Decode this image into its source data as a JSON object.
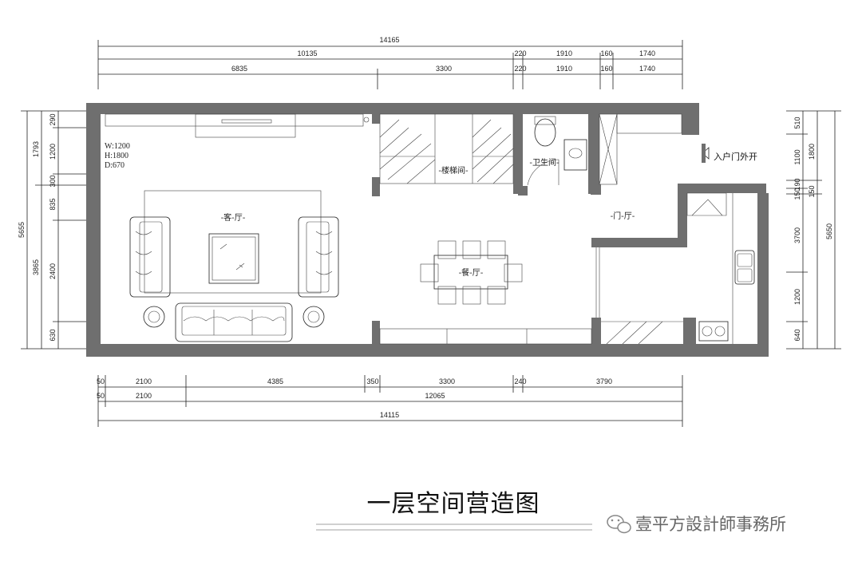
{
  "dimensions": {
    "top_overall": "14165",
    "top_row2": [
      "10135",
      "220",
      "1910",
      "160",
      "1740"
    ],
    "top_row3": [
      "6835",
      "3300",
      "220",
      "1910",
      "160",
      "1740"
    ],
    "bottom_row1": [
      "50",
      "2100",
      "4385",
      "350",
      "3300",
      "240",
      "3790"
    ],
    "bottom_row2": [
      "50",
      "2100",
      "12065"
    ],
    "bottom_overall": "14115",
    "left_inner": [
      "290",
      "1200",
      "300",
      "835",
      "2400",
      "630"
    ],
    "left_mid": [
      "1793",
      "3865"
    ],
    "left_outer": "5655",
    "right_inner": [
      "510",
      "1100",
      "190",
      "150",
      "3700",
      "1200",
      "640"
    ],
    "right_mid": [
      "1800",
      "150"
    ],
    "right_outer": "5650"
  },
  "rooms": {
    "living": "-客-厅-",
    "stair": "-楼梯间-",
    "bath": "-卫生间-",
    "foyer": "-门-厅-",
    "dining": "-餐-厅-"
  },
  "tv_spec": [
    "W:1200",
    "H:1800",
    "D:670"
  ],
  "entrance_label": "入户门外开",
  "caption": "一层空间营造图",
  "watermark": "壹平方設計師事務所"
}
